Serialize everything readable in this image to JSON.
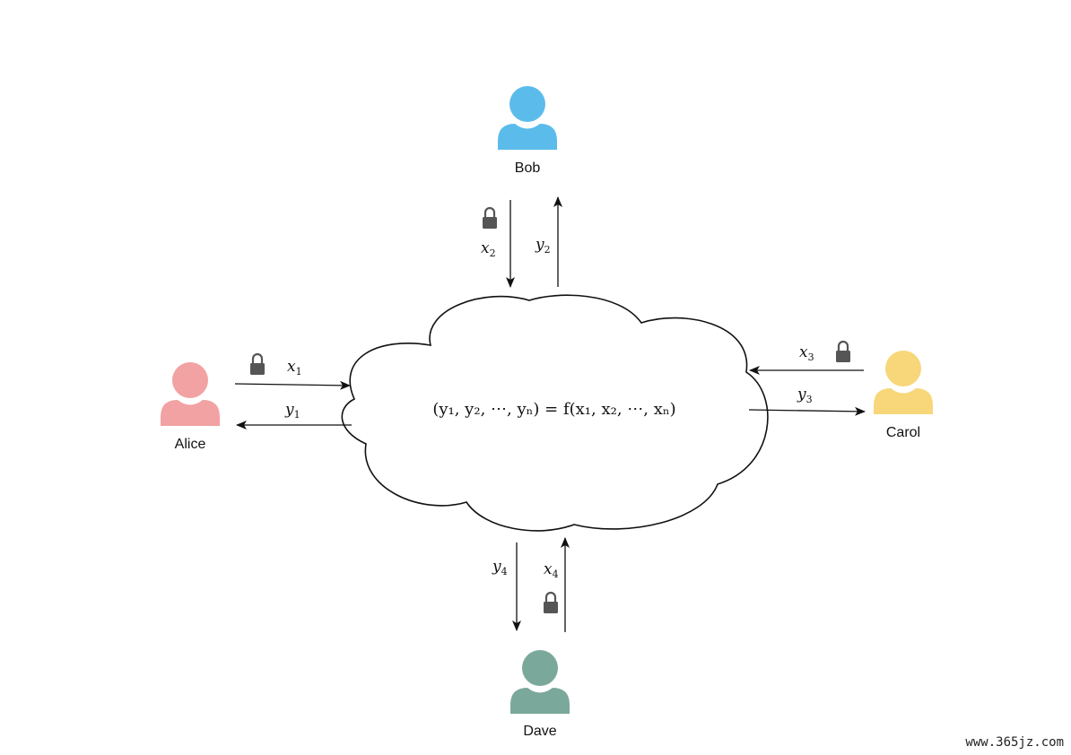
{
  "colors": {
    "alice": "#f2a2a2",
    "bob": "#5bbcec",
    "carol": "#f7d77a",
    "dave": "#7aa89a",
    "lock": "#555555"
  },
  "participants": {
    "alice": {
      "name": "Alice"
    },
    "bob": {
      "name": "Bob"
    },
    "carol": {
      "name": "Carol"
    },
    "dave": {
      "name": "Dave"
    }
  },
  "cloud": {
    "formula": "(y₁, y₂, ⋯, yₙ) = f(x₁, x₂, ⋯, xₙ)"
  },
  "flows": {
    "alice_in": {
      "var": "x",
      "sub": "1",
      "encrypted": true
    },
    "alice_out": {
      "var": "y",
      "sub": "1",
      "encrypted": false
    },
    "bob_in": {
      "var": "x",
      "sub": "2",
      "encrypted": true
    },
    "bob_out": {
      "var": "y",
      "sub": "2",
      "encrypted": false
    },
    "carol_in": {
      "var": "x",
      "sub": "3",
      "encrypted": true
    },
    "carol_out": {
      "var": "y",
      "sub": "3",
      "encrypted": false
    },
    "dave_in": {
      "var": "x",
      "sub": "4",
      "encrypted": true
    },
    "dave_out": {
      "var": "y",
      "sub": "4",
      "encrypted": false
    }
  },
  "watermark": "www.365jz.com"
}
